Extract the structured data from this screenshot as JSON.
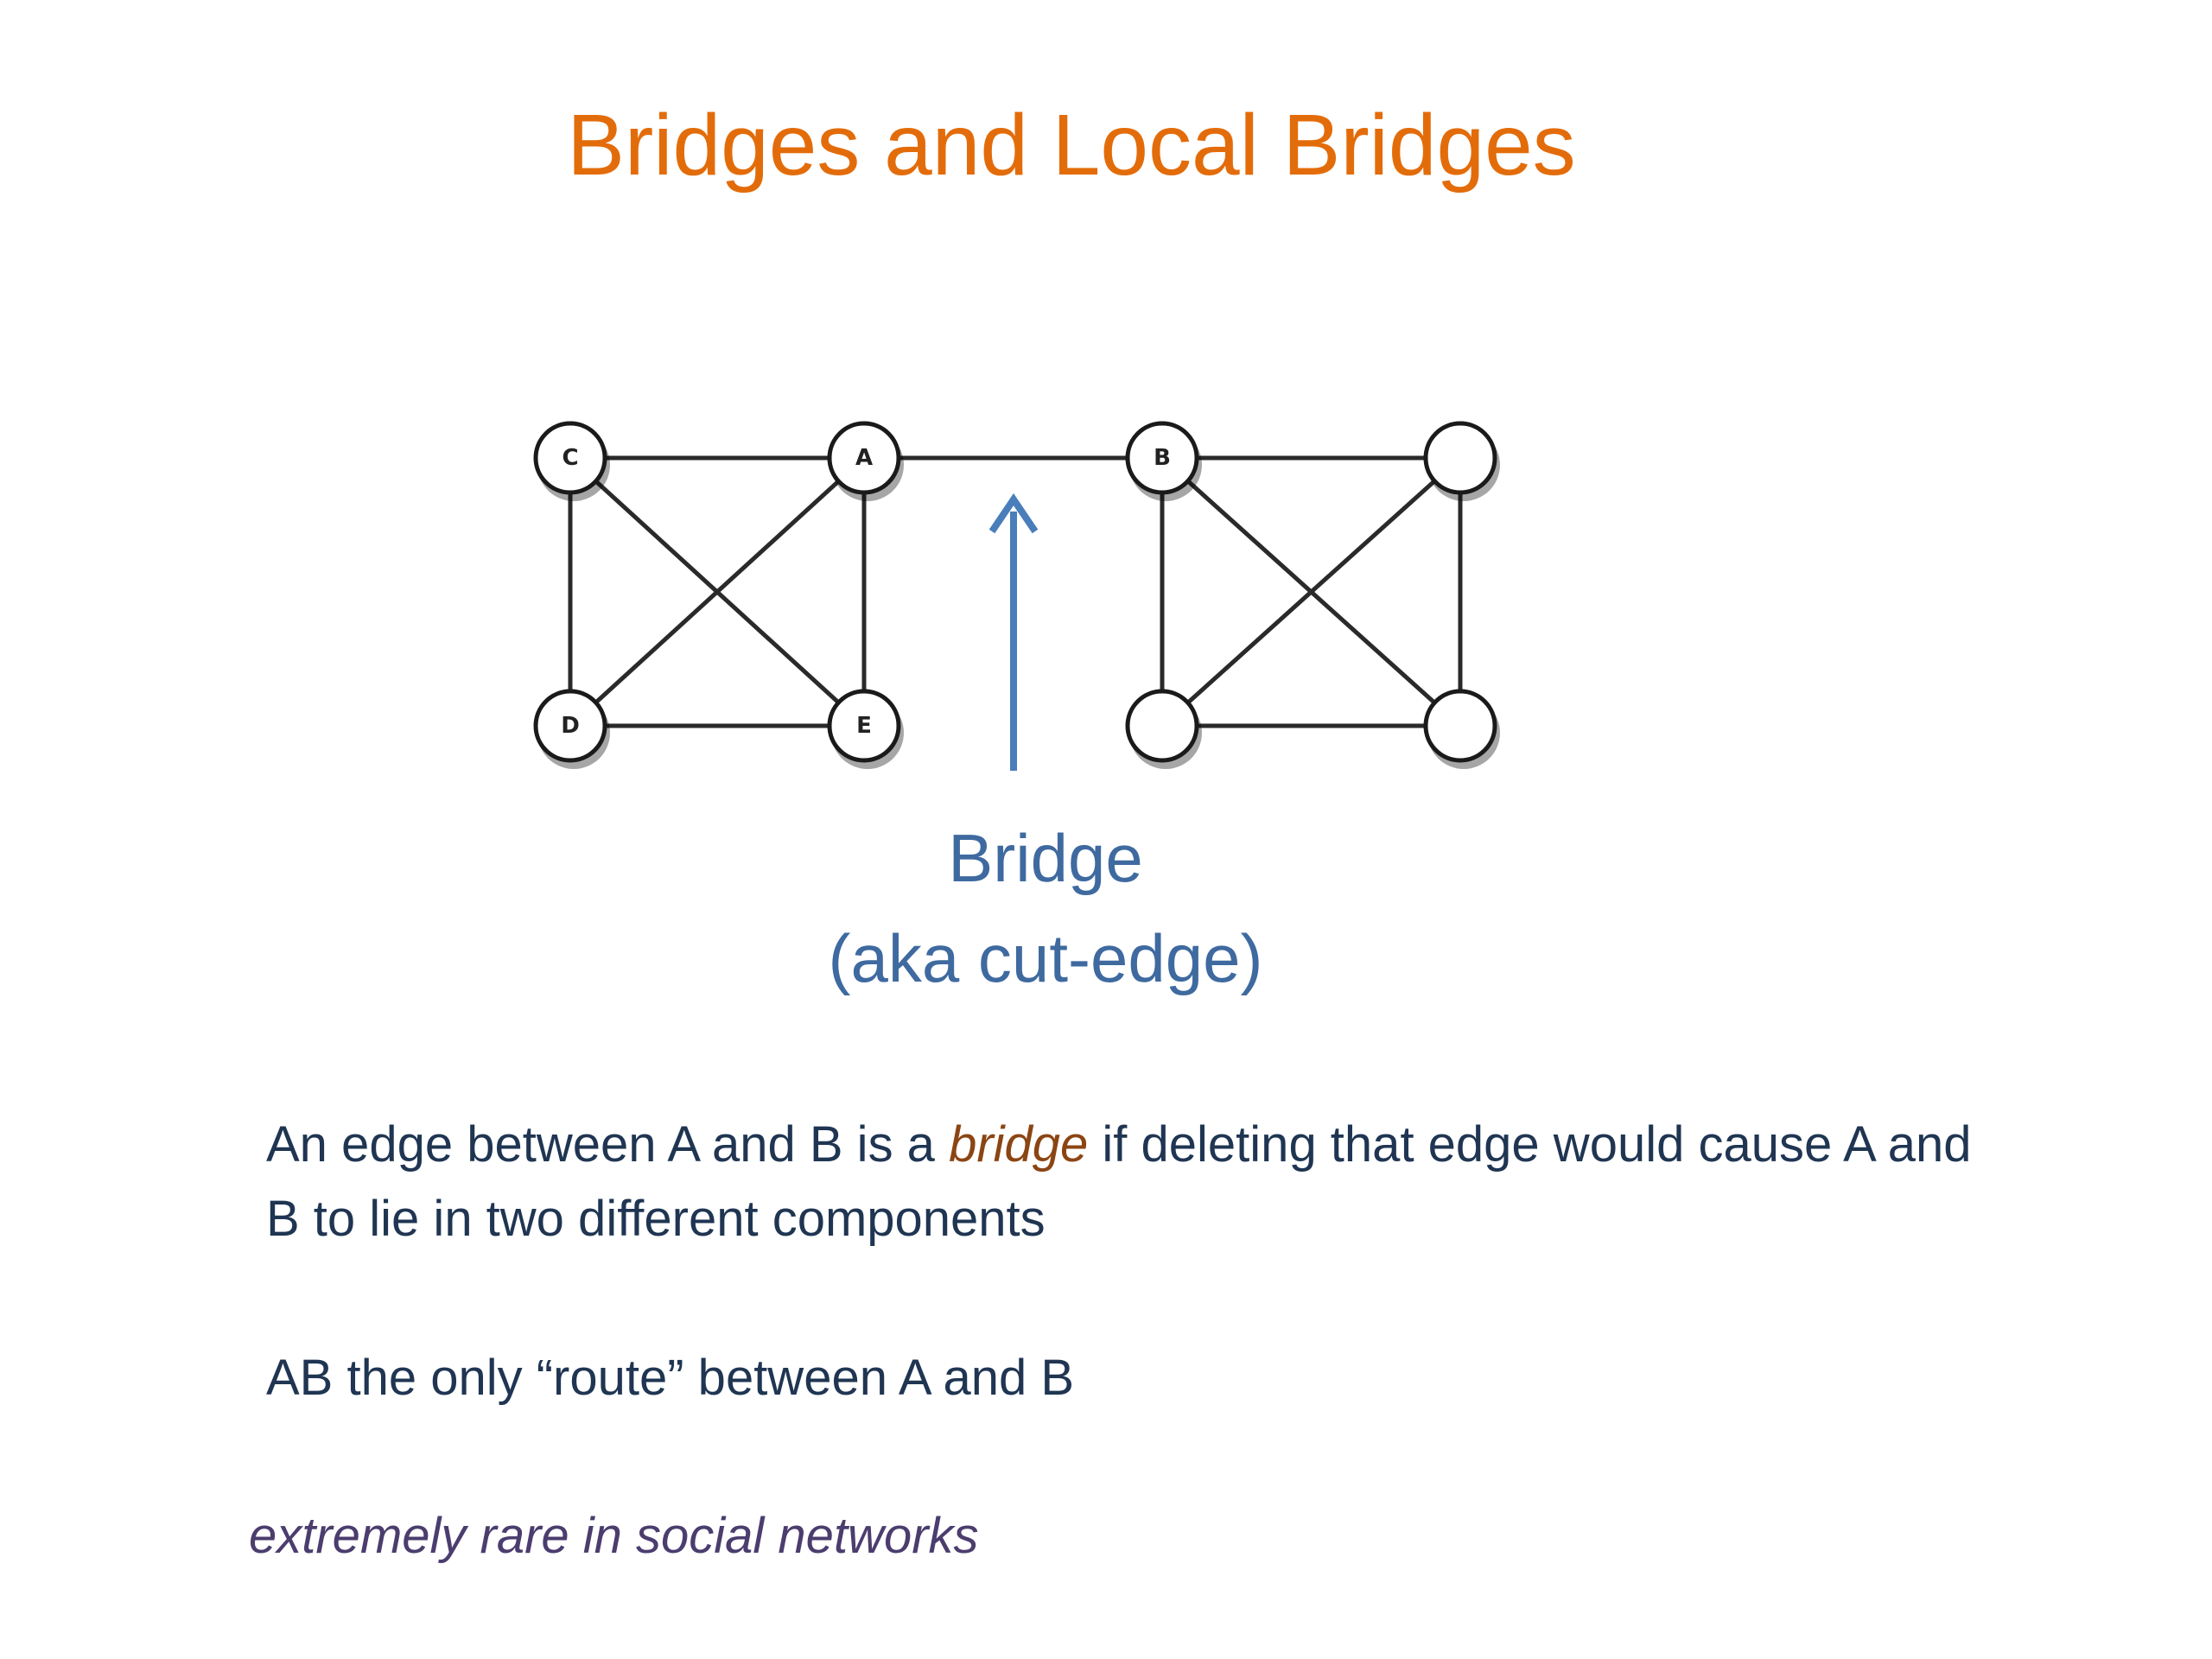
{
  "slide": {
    "title": "Bridges and Local Bridges"
  },
  "graph": {
    "nodes": [
      {
        "id": "C",
        "label": "C"
      },
      {
        "id": "A",
        "label": "A"
      },
      {
        "id": "D",
        "label": "D"
      },
      {
        "id": "E",
        "label": "E"
      },
      {
        "id": "B",
        "label": "B"
      },
      {
        "id": "R1",
        "label": ""
      },
      {
        "id": "R2",
        "label": ""
      },
      {
        "id": "R3",
        "label": ""
      }
    ],
    "edges": [
      [
        "C",
        "A"
      ],
      [
        "C",
        "D"
      ],
      [
        "C",
        "E"
      ],
      [
        "A",
        "D"
      ],
      [
        "A",
        "E"
      ],
      [
        "D",
        "E"
      ],
      [
        "A",
        "B"
      ],
      [
        "B",
        "R1"
      ],
      [
        "B",
        "R2"
      ],
      [
        "B",
        "R3"
      ],
      [
        "R1",
        "R2"
      ],
      [
        "R1",
        "R3"
      ],
      [
        "R2",
        "R3"
      ]
    ],
    "bridge_edge": [
      "A",
      "B"
    ]
  },
  "annotation": {
    "line1": "Bridge",
    "line2": "(aka cut-edge)",
    "color": "#3F6AA0"
  },
  "definition": {
    "before": "An edge between A and B is a ",
    "emphasis": "bridge",
    "after": " if deleting that edge would cause A and B to lie in two different components"
  },
  "route_text": "AB the only “route” between A and B",
  "note": "extremely rare in social networks",
  "colors": {
    "title": "#E36C0A",
    "body": "#1F3552",
    "emphasis": "#8B4513",
    "note": "#4B3D6E"
  }
}
